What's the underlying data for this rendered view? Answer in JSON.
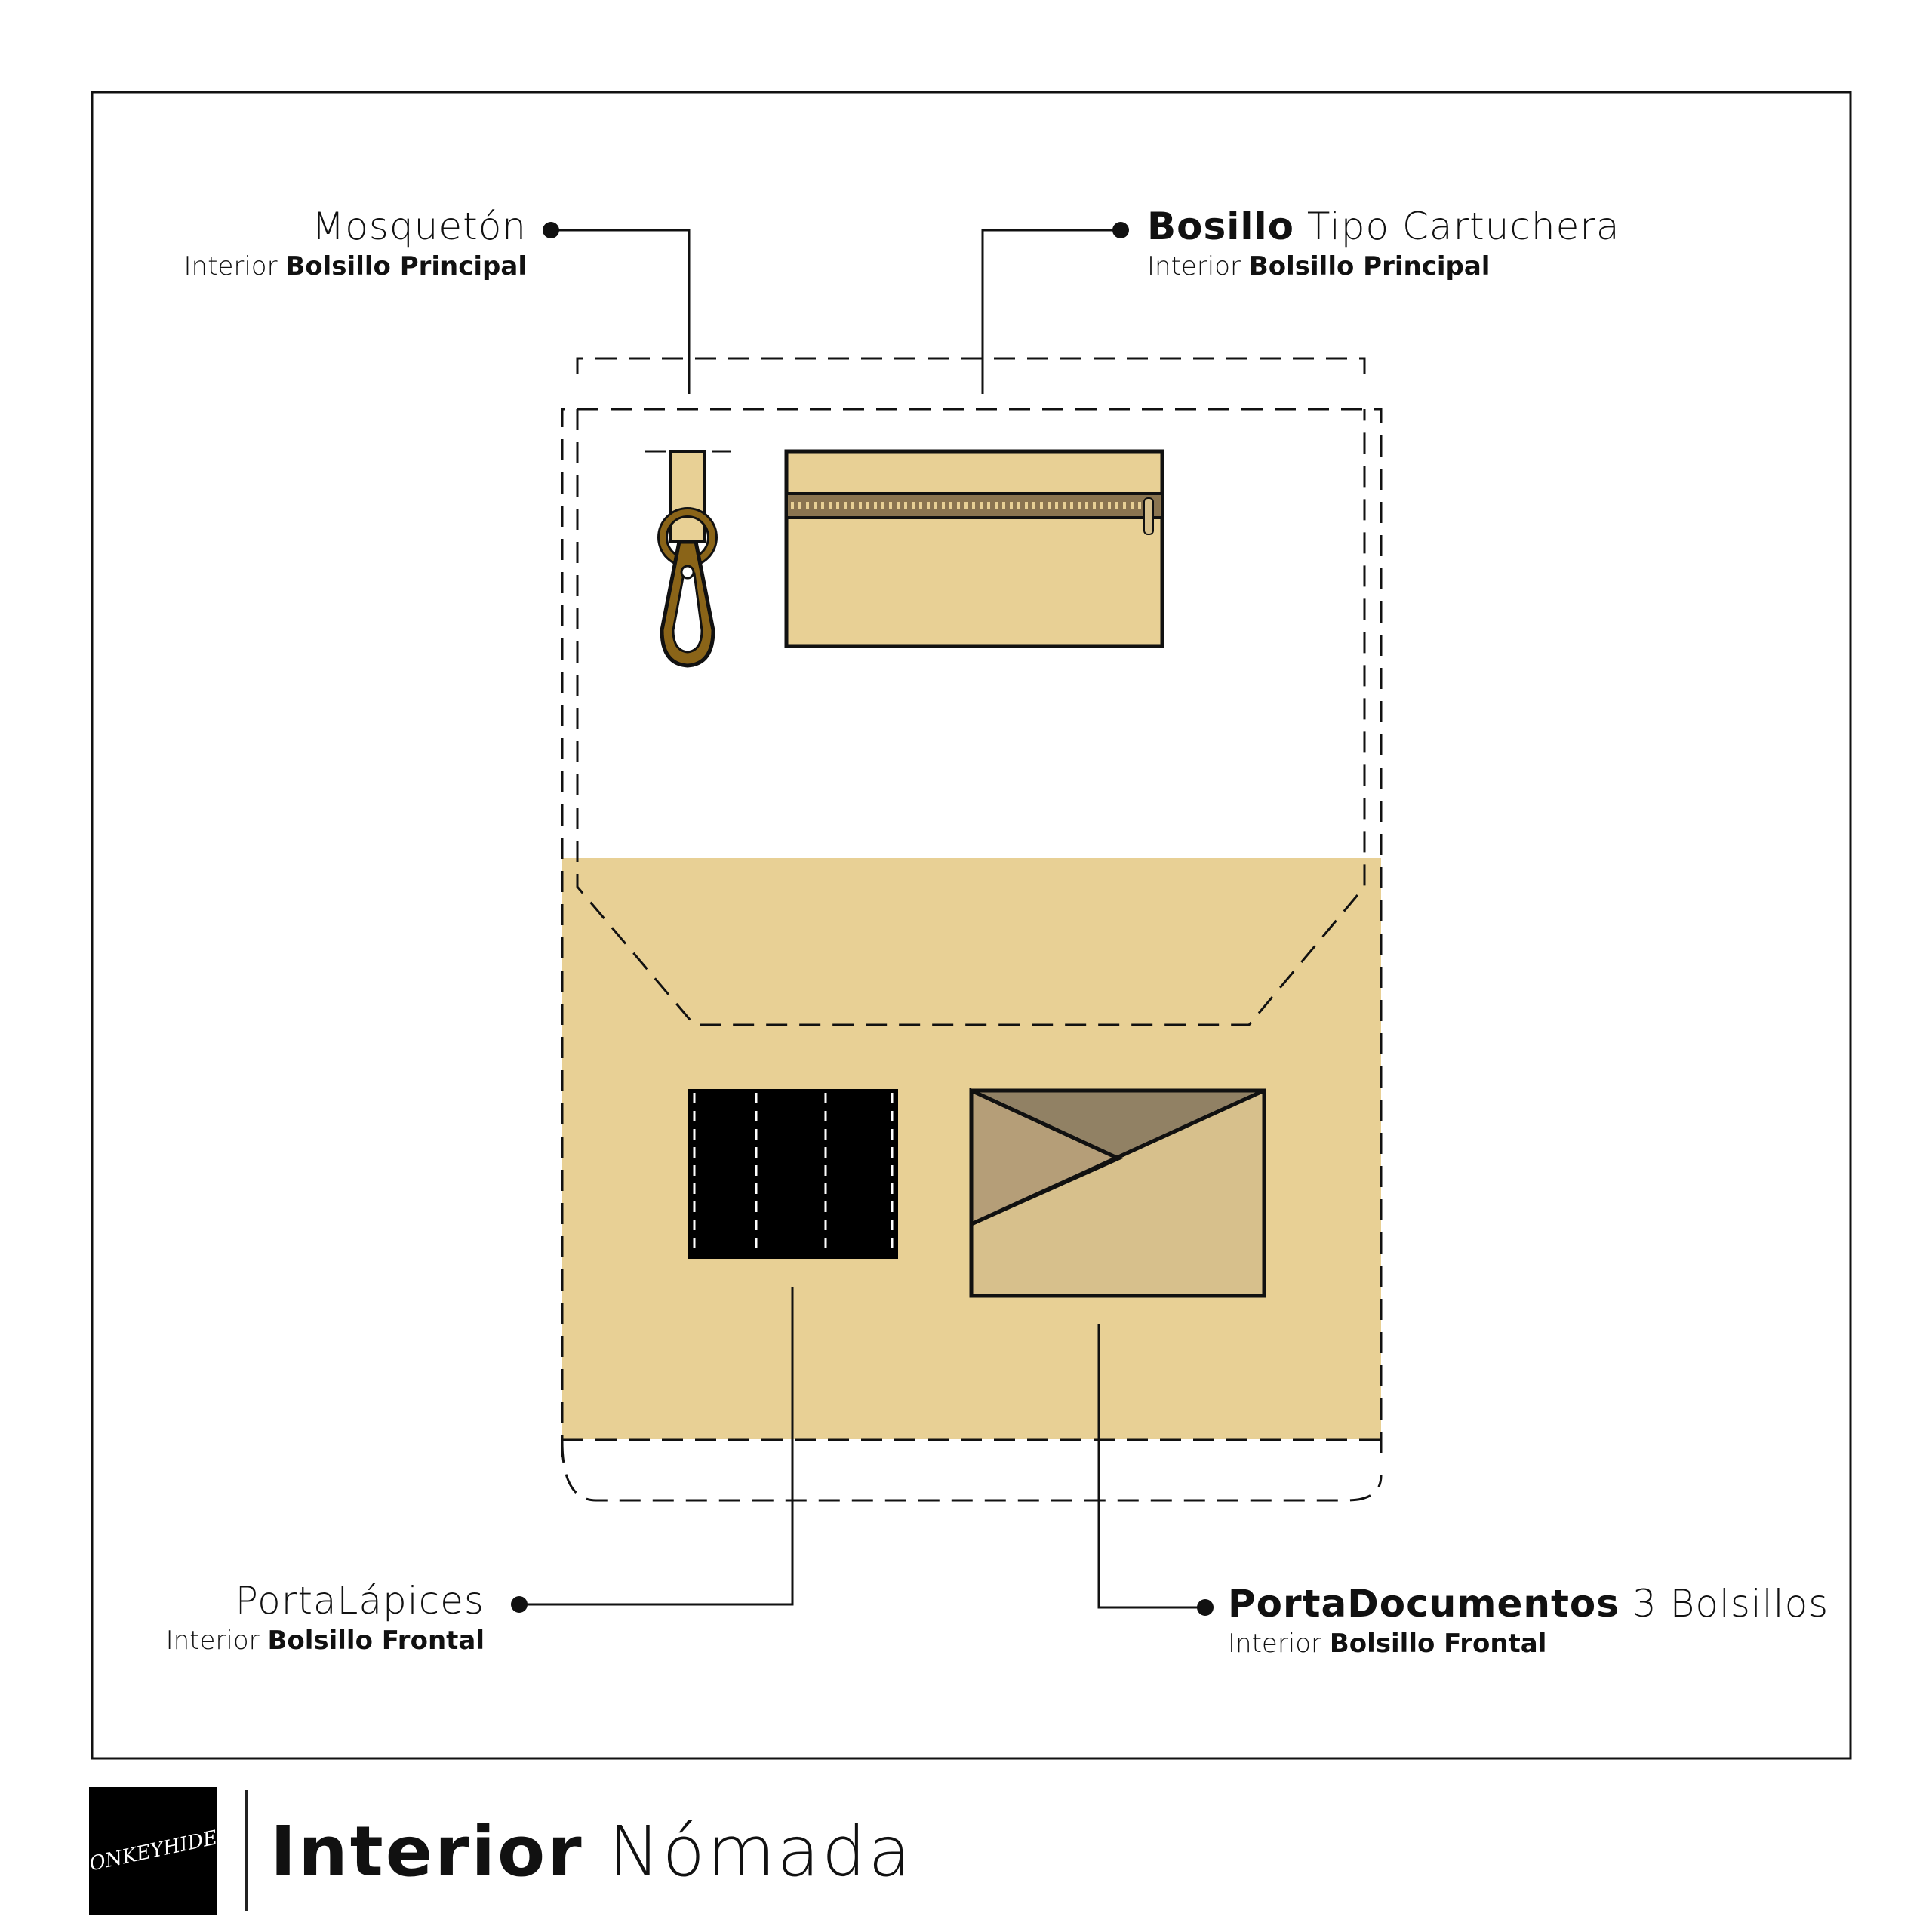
{
  "callouts": {
    "mosqueton": {
      "title": "Mosquetón",
      "sub_a": "Interior",
      "sub_b": "Bolsillo Principal"
    },
    "cartuchera": {
      "title_b": "Bosillo",
      "title_a": "Tipo Cartuchera",
      "sub_a": "Interior",
      "sub_b": "Bolsillo Principal"
    },
    "portalapices": {
      "title": "PortaLápices",
      "sub_a": "Interior",
      "sub_b": "Bolsillo Frontal"
    },
    "portadocumentos": {
      "title_b": "PortaDocumentos",
      "title_a": "3 Bolsillos",
      "sub_a": "Interior",
      "sub_b": "Bolsillo Frontal"
    }
  },
  "footer": {
    "title_b": "Interior",
    "title_a": "Nómada",
    "logo_text": "MONKEYHIDE®"
  },
  "colors": {
    "tan": "#e8d095",
    "zipper": "#8a7450",
    "hardware": "#8a6418",
    "doc_dark": "#918164",
    "doc_mid": "#b59e78",
    "doc_light": "#d7c08c",
    "line": "#111111"
  }
}
